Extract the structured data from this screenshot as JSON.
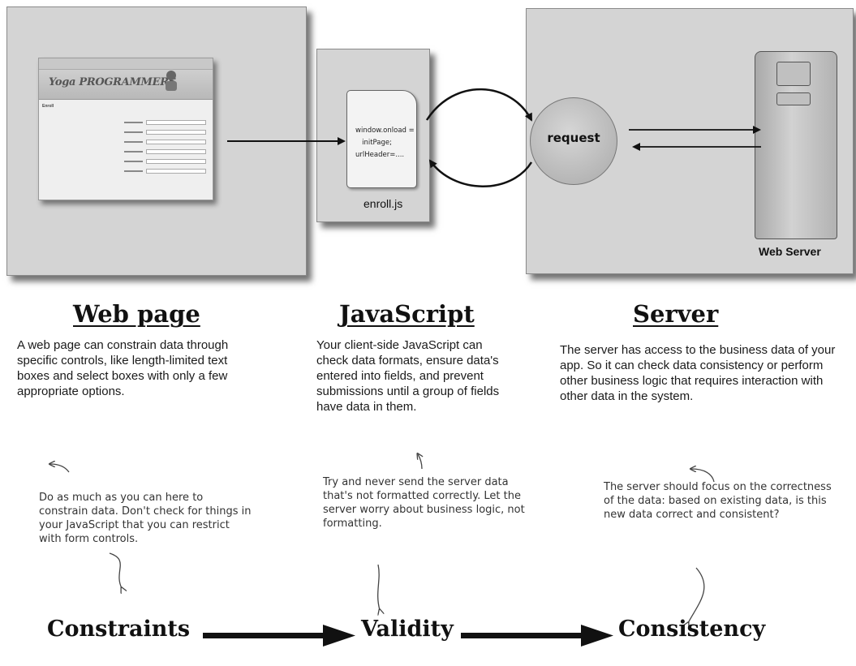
{
  "web_page_panel": {
    "screenshot": {
      "logo_text": "Yoga PROGRAMMERS",
      "side_label": "Enroll"
    }
  },
  "javascript_panel": {
    "code_lines": [
      "window.onload =",
      "initPage;",
      "urlHeader=...."
    ],
    "file_name": "enroll.js"
  },
  "server_panel": {
    "request_label": "request",
    "server_label": "Web Server"
  },
  "columns": [
    {
      "heading": "Web page",
      "text": "A web page can constrain data through specific controls, like length-limited text boxes and select boxes with only a few appropriate options.",
      "note": "Do as much as you can here to constrain data. Don't check for things in your JavaScript that you can restrict with form controls."
    },
    {
      "heading": "JavaScript",
      "text": "Your client-side JavaScript can check data formats, ensure data's entered into fields, and prevent submissions until a group of fields have data in them.",
      "note": "Try and never send the server data that's not formatted correctly. Let the server worry about business logic, not formatting."
    },
    {
      "heading": "Server",
      "text": "The server has access to the business data of your app. So it can check data consistency or perform other business logic that requires interaction with other data in the system.",
      "note": "The server should focus on the correctness of the data: based on existing data, is this new data correct and consistent?"
    }
  ],
  "flow": [
    "Constraints",
    "Validity",
    "Consistency"
  ]
}
